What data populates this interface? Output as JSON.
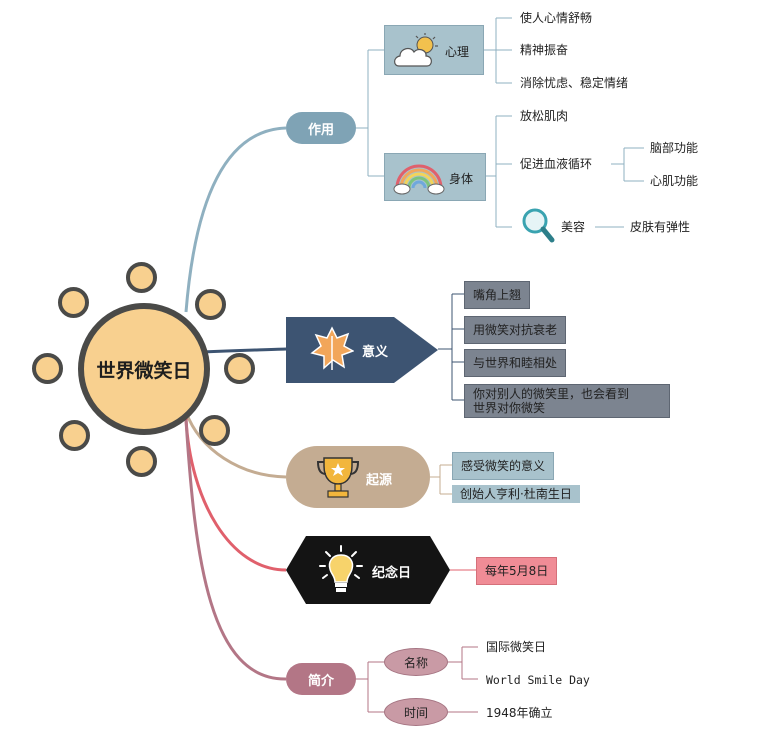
{
  "center": {
    "title": "世界微笑日"
  },
  "branches": {
    "effect": {
      "label": "作用",
      "psych": {
        "label": "心理",
        "items": [
          "使人心情舒畅",
          "精神振奋",
          "消除忧虑、稳定情绪"
        ]
      },
      "body": {
        "label": "身体",
        "relax": "放松肌肉",
        "circulation": {
          "label": "促进血液循环",
          "items": [
            "脑部功能",
            "心肌功能"
          ]
        },
        "beauty": {
          "label": "美容",
          "item": "皮肤有弹性"
        }
      }
    },
    "meaning": {
      "label": "意义",
      "items": [
        "嘴角上翘",
        "用微笑对抗衰老",
        "与世界和睦相处",
        "你对别人的微笑里，也会看到",
        "世界对你微笑"
      ]
    },
    "origin": {
      "label": "起源",
      "items": [
        "感受微笑的意义",
        "创始人亨利·杜南生日"
      ]
    },
    "memorial": {
      "label": "纪念日",
      "item": "每年5月8日"
    },
    "intro": {
      "label": "简介",
      "name": {
        "label": "名称",
        "items": [
          "国际微笑日",
          "World Smile Day"
        ]
      },
      "time": {
        "label": "时间",
        "item": "1948年确立"
      }
    }
  },
  "colors": {
    "effect": "#7fa3b5",
    "meaning": "#3d5472",
    "origin": "#c4ac92",
    "memorial": "#141414",
    "intro": "#b37686",
    "meaning_item_bg": "#7c8490",
    "origin_item_bg": "#a8c2cc",
    "memorial_item_bg": "#f08c96",
    "intro_sub_bg": "#c99aa5",
    "hub_fill": "#f8d08f",
    "hub_border": "#4a4a48"
  },
  "icons": [
    "cloud-sun-icon",
    "rainbow-icon",
    "magnifier-icon",
    "leaf-icon",
    "trophy-icon",
    "lightbulb-icon"
  ]
}
